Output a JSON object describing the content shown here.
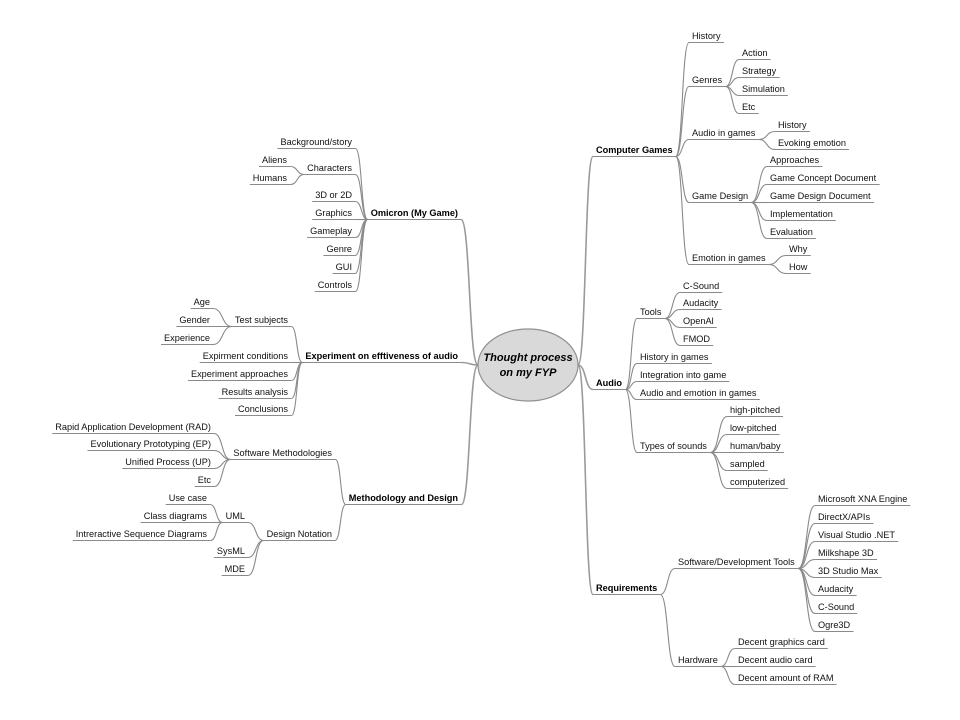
{
  "center": {
    "line1": "Thought process",
    "line2": "on my FYP"
  },
  "nodes": {
    "cg": "Computer Games",
    "cg_history": "History",
    "cg_genres": "Genres",
    "cg_genres_action": "Action",
    "cg_genres_strategy": "Strategy",
    "cg_genres_simulation": "Simulation",
    "cg_genres_etc": "Etc",
    "cg_audio": "Audio in games",
    "cg_audio_history": "History",
    "cg_audio_evoking": "Evoking emotion",
    "cg_design": "Game Design",
    "cg_design_approaches": "Approaches",
    "cg_design_concept": "Game Concept Document",
    "cg_design_document": "Game Design Document",
    "cg_design_impl": "Implementation",
    "cg_design_eval": "Evaluation",
    "cg_emotion": "Emotion in games",
    "cg_emotion_why": "Why",
    "cg_emotion_how": "How",
    "au": "Audio",
    "au_tools": "Tools",
    "au_tools_csound": "C-Sound",
    "au_tools_audacity": "Audacity",
    "au_tools_openal": "OpenAl",
    "au_tools_fmod": "FMOD",
    "au_history": "History in games",
    "au_integration": "Integration into game",
    "au_emotion": "Audio and emotion in games",
    "au_types": "Types of sounds",
    "au_types_high": "high-pitched",
    "au_types_low": "low-pitched",
    "au_types_human": "human/baby",
    "au_types_sampled": "sampled",
    "au_types_comp": "computerized",
    "rq": "Requirements",
    "rq_sw": "Software/Development Tools",
    "rq_sw_xna": "Microsoft XNA Engine",
    "rq_sw_directx": "DirectX/APIs",
    "rq_sw_vs": "Visual Studio .NET",
    "rq_sw_milk": "Milkshape 3D",
    "rq_sw_3dsmax": "3D Studio Max",
    "rq_sw_audacity": "Audacity",
    "rq_sw_csound": "C-Sound",
    "rq_sw_ogre": "Ogre3D",
    "rq_hw": "Hardware",
    "rq_hw_gfx": "Decent graphics card",
    "rq_hw_audio": "Decent audio card",
    "rq_hw_ram": "Decent amount of RAM",
    "om": "Omicron (My Game)",
    "om_background": "Background/story",
    "om_characters": "Characters",
    "om_char_aliens": "Aliens",
    "om_char_humans": "Humans",
    "om_3d2d": "3D or 2D",
    "om_graphics": "Graphics",
    "om_gameplay": "Gameplay",
    "om_genre": "Genre",
    "om_gui": "GUI",
    "om_controls": "Controls",
    "ex": "Experiment on efftiveness of audio",
    "ex_subjects": "Test  subjects",
    "ex_subj_age": "Age",
    "ex_subj_gender": "Gender",
    "ex_subj_experience": "Experience",
    "ex_conditions": "Expirment conditions",
    "ex_approaches": "Experiment approaches",
    "ex_results": "Results analysis",
    "ex_conclusions": "Conclusions",
    "md": "Methodology and Design",
    "md_sm": "Software Methodologies",
    "md_sm_rad": "Rapid Application Development (RAD)",
    "md_sm_ep": "Evolutionary Prototyping (EP)",
    "md_sm_up": "Unified Process (UP)",
    "md_sm_etc": "Etc",
    "md_dn": "Design Notation",
    "md_dn_uml": "UML",
    "md_dn_uml_usecase": "Use case",
    "md_dn_uml_class": "Class diagrams",
    "md_dn_uml_seq": "Intreractive Sequence Diagrams",
    "md_dn_sysml": "SysML",
    "md_dn_mde": "MDE"
  }
}
